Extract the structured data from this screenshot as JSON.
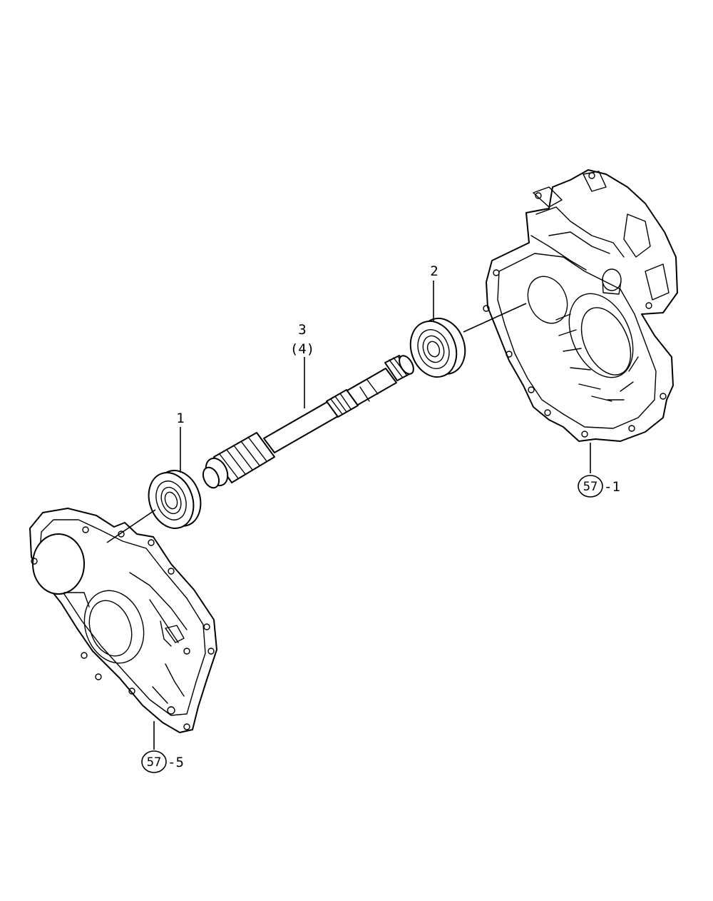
{
  "callouts": {
    "part_1": "1",
    "part_2": "2",
    "part_3": "3",
    "part_4": "(4)"
  },
  "references": {
    "upper_case": {
      "circle": "57",
      "suffix": "-1"
    },
    "lower_cover": {
      "circle": "57",
      "suffix": "-5"
    }
  }
}
